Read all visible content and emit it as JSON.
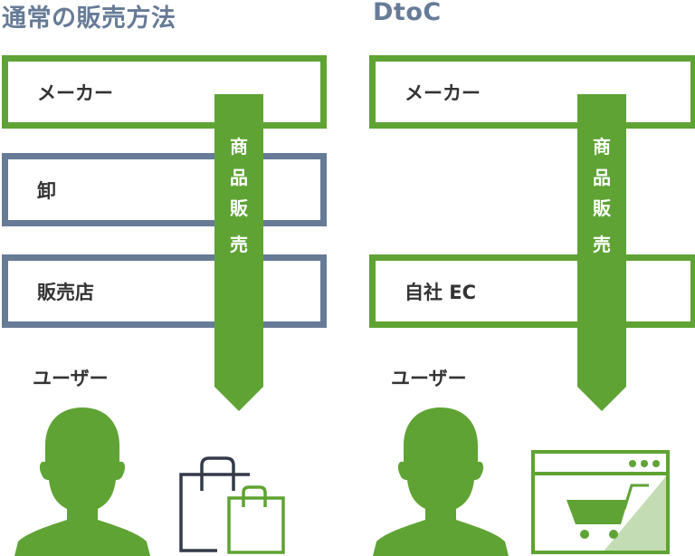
{
  "left": {
    "title": "通常の販売方法",
    "boxes": [
      {
        "label": "メーカー",
        "border_color": "#5fa334"
      },
      {
        "label": "卸",
        "border_color": "#667b96"
      },
      {
        "label": "販売店",
        "border_color": "#667b96"
      }
    ],
    "arrow": {
      "chars": [
        "商",
        "品",
        "販",
        "売"
      ],
      "color": "#5fa334"
    },
    "user_label": "ユーザー",
    "icon": "shopping-bags-icon"
  },
  "right": {
    "title": "DtoC",
    "boxes": [
      {
        "label": "メーカー",
        "border_color": "#5fa334"
      },
      {
        "label": "自社 EC",
        "border_color": "#5fa334"
      }
    ],
    "arrow": {
      "chars": [
        "商",
        "品",
        "販",
        "売"
      ],
      "color": "#5fa334"
    },
    "user_label": "ユーザー",
    "icon": "ec-browser-cart-icon"
  },
  "colors": {
    "green": "#5fa334",
    "gray_blue": "#667b96",
    "light_green": "#c3dcb3",
    "dark": "#333a48"
  }
}
